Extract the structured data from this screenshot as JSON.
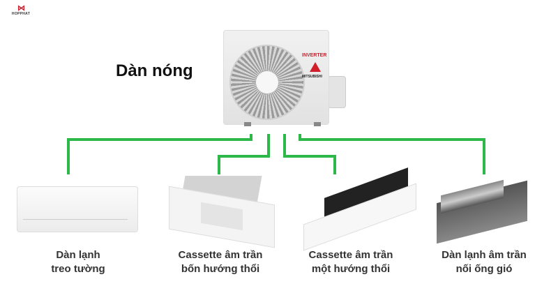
{
  "logo": {
    "mark": "⋈",
    "text": "HOPPHAT"
  },
  "outdoor": {
    "title": "Dàn nóng",
    "badge": "INVERTER",
    "brand": "MITSUBISHI"
  },
  "connector_color": "#2db84a",
  "indoor_units": [
    {
      "line1": "Dàn lạnh",
      "line2": "treo tường"
    },
    {
      "line1": "Cassette âm trần",
      "line2": "bốn hướng thổi"
    },
    {
      "line1": "Cassette âm trần",
      "line2": "một hướng thổi"
    },
    {
      "line1": "Dàn lạnh âm trần",
      "line2": "nối ống gió"
    }
  ]
}
